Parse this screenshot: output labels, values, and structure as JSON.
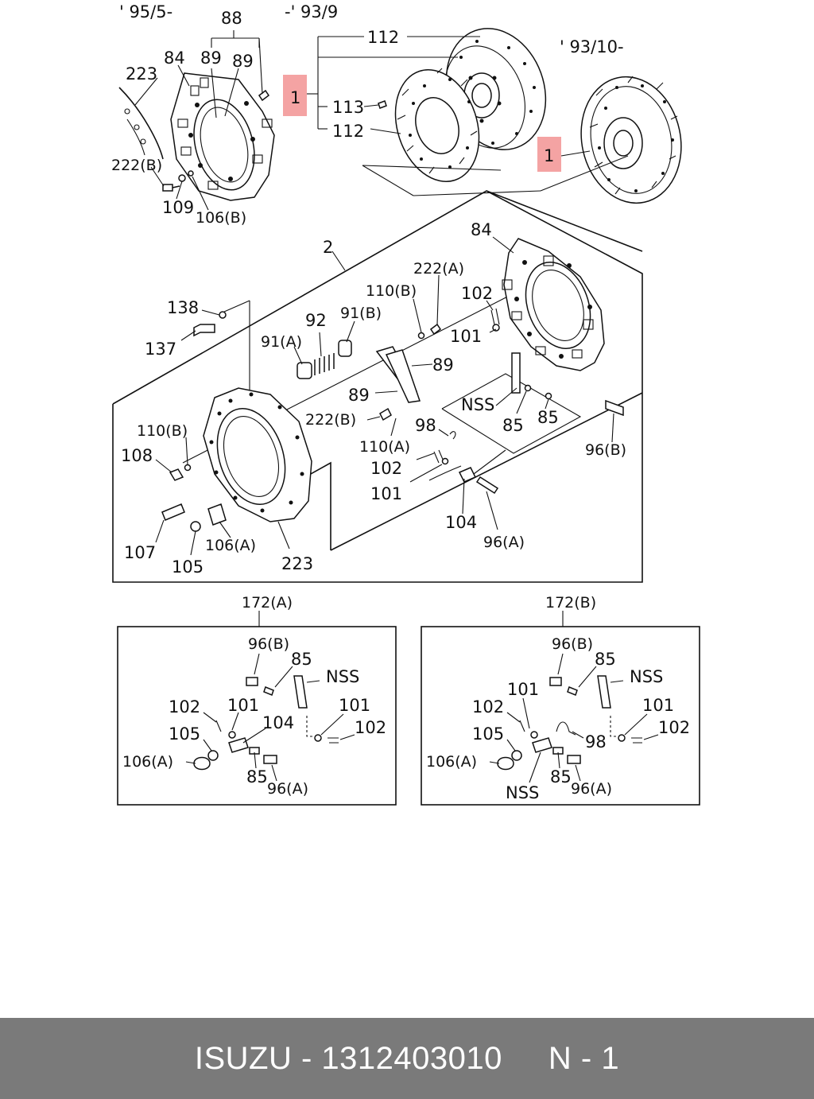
{
  "diagram": {
    "variants": {
      "top_left": "' 95/5-",
      "top_mid": "-' 93/9",
      "top_right": "' 93/10-"
    },
    "highlight_color": "#f4a3a3",
    "labels": {
      "l88": "88",
      "l84a": "84",
      "l89a": "89",
      "l89b": "89",
      "l223a": "223",
      "l222b_top": "222(B)",
      "l109": "109",
      "l106b": "106(B)",
      "l112a": "112",
      "l1a": "1",
      "l113": "113",
      "l112b": "112",
      "l1b": "1",
      "l2": "2",
      "l84b": "84",
      "l222a": "222(A)",
      "l110b_top": "110(B)",
      "l102_top": "102",
      "l138": "138",
      "l92": "92",
      "l91b": "91(B)",
      "l137": "137",
      "l91a": "91(A)",
      "l101_top": "101",
      "l89c": "89",
      "l89d": "89",
      "lnss_mid": "NSS",
      "l222b_mid": "222(B)",
      "l85a": "85",
      "l85b": "85",
      "l98": "98",
      "l110b_left": "110(B)",
      "l110a": "110(A)",
      "l96b": "96(B)",
      "l108": "108",
      "l102_mid": "102",
      "l101_mid": "101",
      "l104": "104",
      "l96a": "96(A)",
      "l107": "107",
      "l106a": "106(A)",
      "l105": "105",
      "l223b": "223"
    },
    "box_a": {
      "title": "172(A)",
      "labels": {
        "a96b": "96(B)",
        "a85": "85",
        "anss": "NSS",
        "a102": "102",
        "a101": "101",
        "a101r": "101",
        "a105": "105",
        "a104": "104",
        "a102r": "102",
        "a106a": "106(A)",
        "a85b": "85",
        "a96a": "96(A)"
      }
    },
    "box_b": {
      "title": "172(B)",
      "labels": {
        "b96b": "96(B)",
        "b85": "85",
        "bnss": "NSS",
        "b101": "101",
        "b102": "102",
        "b101r": "101",
        "b105": "105",
        "b98": "98",
        "b102r": "102",
        "b106a": "106(A)",
        "b85b": "85",
        "b96a": "96(A)",
        "bnss2": "NSS"
      }
    }
  },
  "footer": {
    "text": "ISUZU - 1312403010     N - 1"
  }
}
